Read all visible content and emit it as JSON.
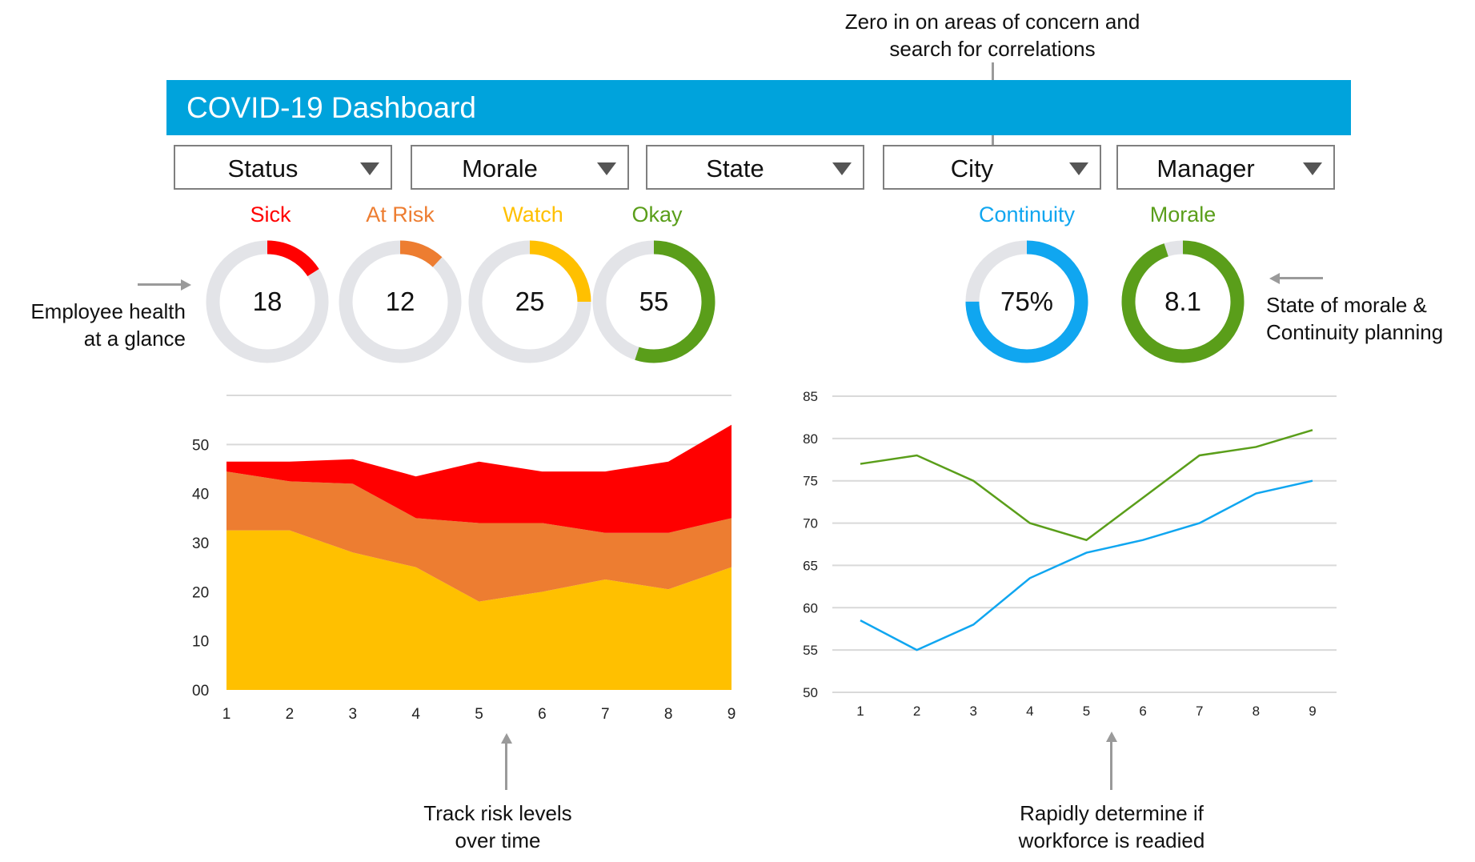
{
  "callouts": {
    "top": [
      "Zero in on areas of concern and",
      "search for correlations"
    ],
    "left": [
      "Employee health",
      "at a glance"
    ],
    "right": [
      "State of morale &",
      "Continuity planning"
    ],
    "bottom_left": [
      "Track risk levels",
      "over time"
    ],
    "bottom_right": [
      "Rapidly determine if",
      "workforce is readied"
    ]
  },
  "header": {
    "title": "COVID-19 Dashboard",
    "color": "#00a3dc"
  },
  "filters": [
    {
      "label": "Status"
    },
    {
      "label": "Morale"
    },
    {
      "label": "State"
    },
    {
      "label": "City"
    },
    {
      "label": "Manager"
    }
  ],
  "kpis": [
    {
      "label": "Sick",
      "value": "18",
      "fraction": 0.16,
      "color": "#ff0000"
    },
    {
      "label": "At Risk",
      "value": "12",
      "fraction": 0.12,
      "color": "#ed7d31"
    },
    {
      "label": "Watch",
      "value": "25",
      "fraction": 0.25,
      "color": "#ffc000"
    },
    {
      "label": "Okay",
      "value": "55",
      "fraction": 0.55,
      "color": "#5a9e1a"
    },
    {
      "label": "Continuity",
      "value": "75%",
      "fraction": 0.75,
      "color": "#10a6f0"
    },
    {
      "label": "Morale",
      "value": "8.1",
      "fraction": 0.95,
      "color": "#5a9e1a"
    }
  ],
  "chart_data": [
    {
      "type": "area",
      "stacked": true,
      "x": [
        1,
        2,
        3,
        4,
        5,
        6,
        7,
        8,
        9
      ],
      "ylim": [
        0,
        60
      ],
      "yticks": [
        "00",
        "10",
        "20",
        "30",
        "40",
        "50"
      ],
      "grid": true,
      "series": [
        {
          "color": "#ffc000",
          "values": [
            32.5,
            32.5,
            28,
            25,
            18,
            20,
            22.5,
            20.5,
            25
          ]
        },
        {
          "color": "#ed7d31",
          "values": [
            12,
            10,
            14,
            10,
            16,
            14,
            9.5,
            11.5,
            10
          ]
        },
        {
          "color": "#ff0000",
          "values": [
            2,
            4,
            5,
            8.5,
            12.5,
            10.5,
            12.5,
            14.5,
            19
          ]
        }
      ]
    },
    {
      "type": "line",
      "x": [
        1,
        2,
        3,
        4,
        5,
        6,
        7,
        8,
        9
      ],
      "ylim": [
        50,
        85
      ],
      "yticks": [
        "50",
        "55",
        "60",
        "65",
        "70",
        "75",
        "80",
        "85"
      ],
      "grid": true,
      "series": [
        {
          "color": "#5a9e1a",
          "values": [
            77,
            78,
            75,
            70,
            68,
            73,
            78,
            79,
            81
          ]
        },
        {
          "color": "#10a6f0",
          "values": [
            58.5,
            55,
            58,
            63.5,
            66.5,
            68,
            70,
            73.5,
            75
          ]
        }
      ]
    }
  ]
}
